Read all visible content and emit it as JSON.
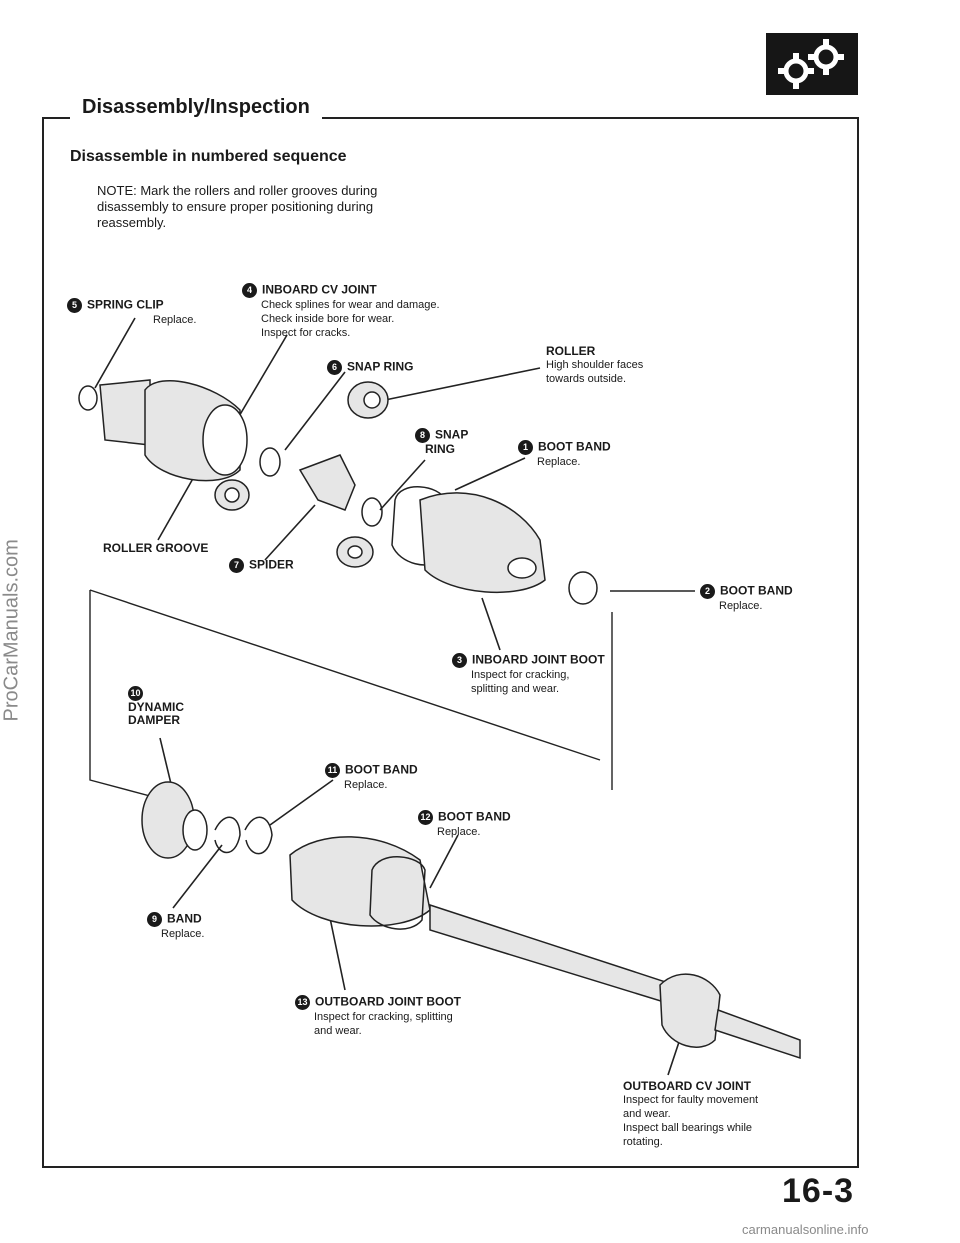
{
  "header": {
    "section_title": "Disassembly/Inspection",
    "sub_title": "Disassemble in numbered sequence",
    "logo_icon": "gears-icon"
  },
  "note": "NOTE:  Mark the rollers and roller grooves during disassembly to ensure proper positioning during reassembly.",
  "callouts": {
    "c1": {
      "num": "1",
      "title": "BOOT BAND",
      "desc": "Replace."
    },
    "c2": {
      "num": "2",
      "title": "BOOT BAND",
      "desc": "Replace."
    },
    "c3": {
      "num": "3",
      "title": "INBOARD JOINT BOOT",
      "desc1": "Inspect for cracking,",
      "desc2": "splitting and wear."
    },
    "c4": {
      "num": "4",
      "title": "INBOARD CV JOINT",
      "desc1": "Check splines for wear and damage.",
      "desc2": "Check inside bore for wear.",
      "desc3": "Inspect for cracks."
    },
    "c5": {
      "num": "5",
      "title": "SPRING CLIP",
      "desc": "Replace."
    },
    "c6": {
      "num": "6",
      "title": "SNAP RING"
    },
    "c7": {
      "num": "7",
      "title": "SPIDER"
    },
    "c8": {
      "num": "8",
      "title1": "SNAP",
      "title2": "RING"
    },
    "c9": {
      "num": "9",
      "title": "BAND",
      "desc": "Replace."
    },
    "c10": {
      "num": "10",
      "title1": "DYNAMIC",
      "title2": "DAMPER"
    },
    "c11": {
      "num": "11",
      "title": "BOOT BAND",
      "desc": "Replace."
    },
    "c12": {
      "num": "12",
      "title": "BOOT BAND",
      "desc": "Replace."
    },
    "c13": {
      "num": "13",
      "title": "OUTBOARD JOINT BOOT",
      "desc1": "Inspect for cracking, splitting",
      "desc2": "and wear."
    },
    "roller": {
      "title": "ROLLER",
      "desc1": "High shoulder faces",
      "desc2": "towards outside."
    },
    "roller_groove": {
      "title": "ROLLER GROOVE"
    },
    "outboard_cv": {
      "title": "OUTBOARD CV JOINT",
      "desc1": "Inspect for faulty movement",
      "desc2": "and wear.",
      "desc3": "Inspect ball bearings while",
      "desc4": "rotating."
    }
  },
  "page_number": "16-3",
  "watermarks": {
    "left": "ProCarManuals.com",
    "bottom": "carmanualsonline.info"
  }
}
